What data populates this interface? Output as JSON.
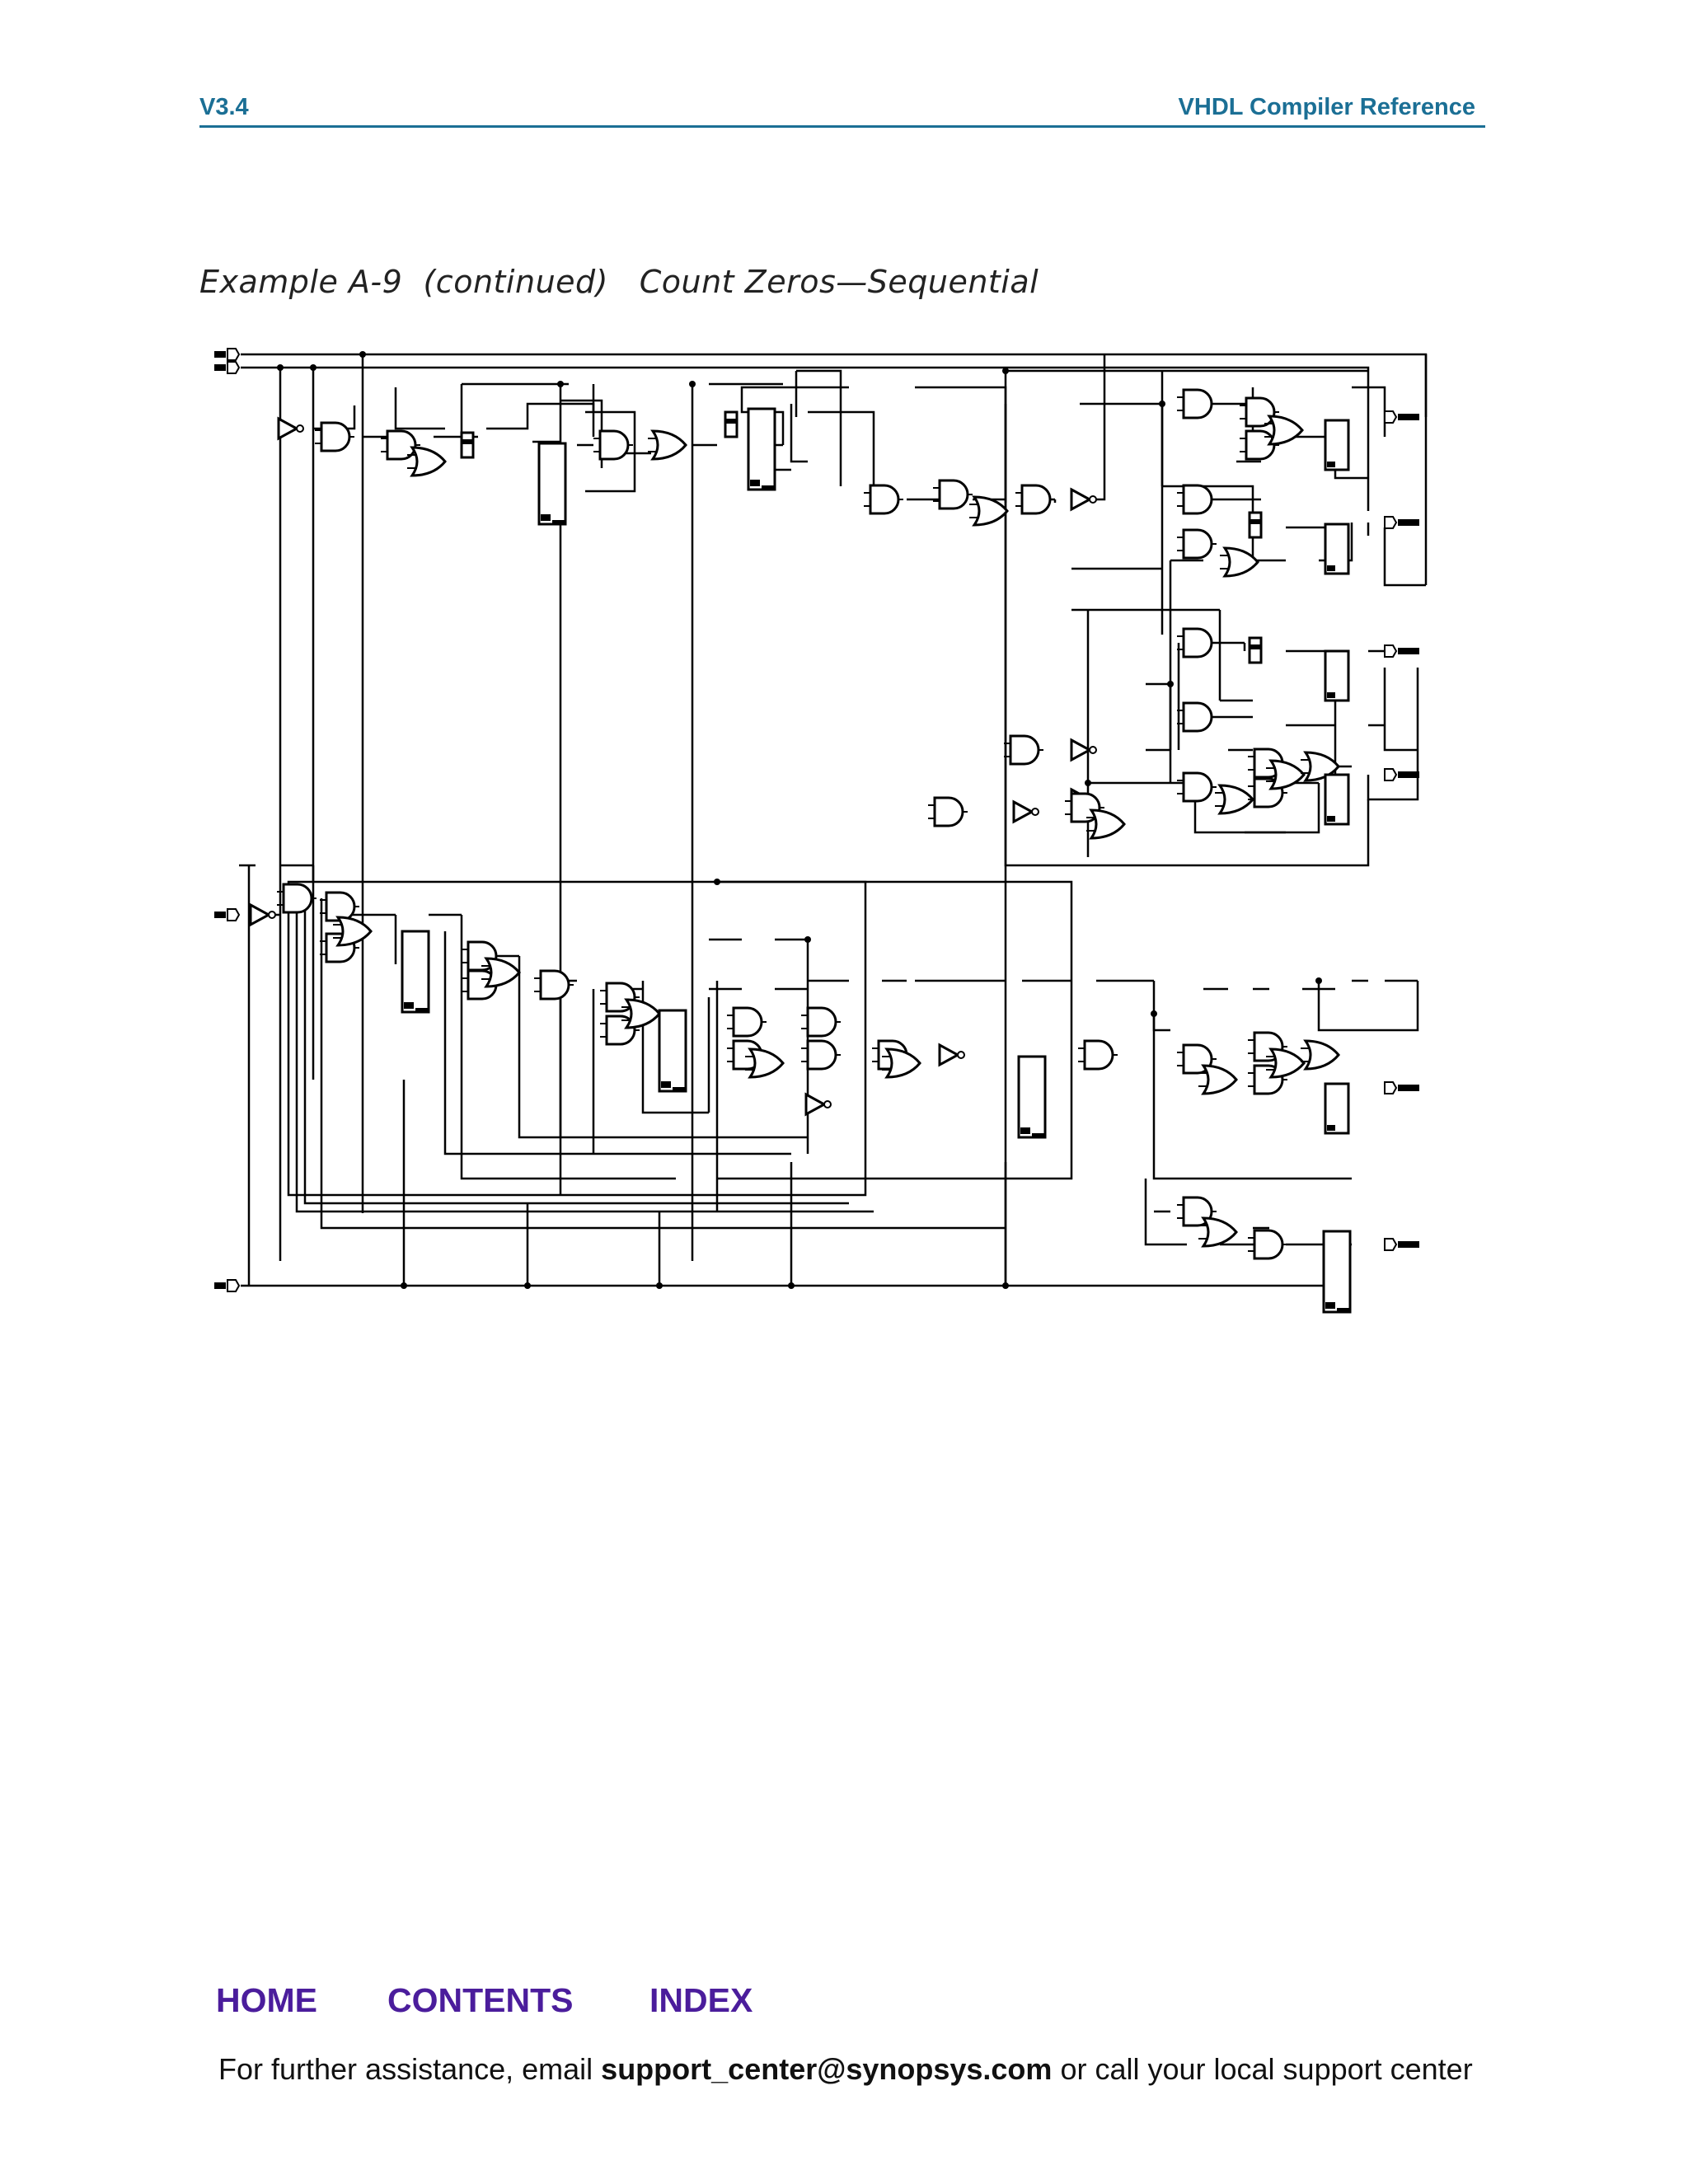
{
  "header": {
    "version": "V3.4",
    "title": "VHDL Compiler Reference"
  },
  "caption": {
    "label": "Example A-9  (continued)",
    "title": "Count Zeros—Sequential"
  },
  "nav": {
    "home": "HOME",
    "contents": "CONTENTS",
    "index": "INDEX"
  },
  "footer": {
    "prefix": "For further assistance, email ",
    "email": "support_center@synopsys.com",
    "suffix": " or call your local support center"
  },
  "colors": {
    "header": "#1b6f95",
    "nav": "#4b1d9c"
  }
}
